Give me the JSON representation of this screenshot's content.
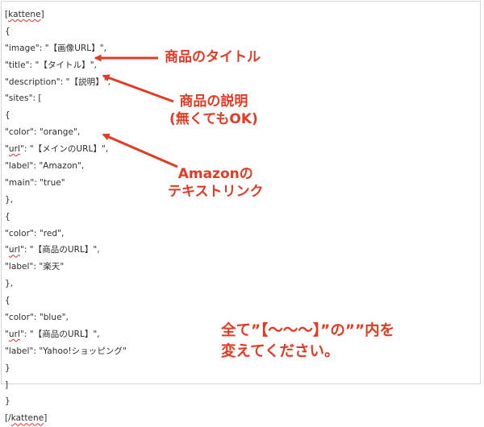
{
  "code_lines": [
    {
      "parts": [
        {
          "t": "[",
          "s": false
        },
        {
          "t": "kattene",
          "s": true
        },
        {
          "t": "]",
          "s": false
        }
      ]
    },
    {
      "parts": [
        {
          "t": "{",
          "s": false
        }
      ]
    },
    {
      "parts": [
        {
          "t": "\"image\": \"【画像URL】\",",
          "s": false
        }
      ]
    },
    {
      "parts": [
        {
          "t": "\"title\": \"【タイトル】\",",
          "s": false
        }
      ]
    },
    {
      "parts": [
        {
          "t": "\"description\": \"【説明】\",",
          "s": false
        }
      ]
    },
    {
      "parts": [
        {
          "t": "\"sites\": [",
          "s": false
        }
      ]
    },
    {
      "parts": [
        {
          "t": "{",
          "s": false
        }
      ]
    },
    {
      "parts": [
        {
          "t": "\"color\": \"orange\",",
          "s": false
        }
      ]
    },
    {
      "parts": [
        {
          "t": "\"",
          "s": false
        },
        {
          "t": "url",
          "s": true
        },
        {
          "t": "\": \"【メインのURL】\",",
          "s": false
        }
      ]
    },
    {
      "parts": [
        {
          "t": "\"label\": \"Amazon\",",
          "s": false
        }
      ]
    },
    {
      "parts": [
        {
          "t": "\"main\": \"true\"",
          "s": false
        }
      ]
    },
    {
      "parts": [
        {
          "t": "},",
          "s": false
        }
      ]
    },
    {
      "parts": [
        {
          "t": "{",
          "s": false
        }
      ]
    },
    {
      "parts": [
        {
          "t": "\"color\": \"red\",",
          "s": false
        }
      ]
    },
    {
      "parts": [
        {
          "t": "\"",
          "s": false
        },
        {
          "t": "url",
          "s": true
        },
        {
          "t": "\": \"【商品のURL】\",",
          "s": false
        }
      ]
    },
    {
      "parts": [
        {
          "t": "\"label\": \"楽天\"",
          "s": false
        }
      ]
    },
    {
      "parts": [
        {
          "t": "},",
          "s": false
        }
      ]
    },
    {
      "parts": [
        {
          "t": "{",
          "s": false
        }
      ]
    },
    {
      "parts": [
        {
          "t": "\"color\": \"blue\",",
          "s": false
        }
      ]
    },
    {
      "parts": [
        {
          "t": "\"",
          "s": false
        },
        {
          "t": "url",
          "s": true
        },
        {
          "t": "\": \"【商品のURL】\",",
          "s": false
        }
      ]
    },
    {
      "parts": [
        {
          "t": "\"label\": \"Yahoo!ショッピング\"",
          "s": false
        }
      ]
    },
    {
      "parts": [
        {
          "t": "}",
          "s": false
        }
      ]
    },
    {
      "parts": [
        {
          "t": "]",
          "s": false
        }
      ]
    },
    {
      "parts": [
        {
          "t": "}",
          "s": false
        }
      ]
    },
    {
      "parts": [
        {
          "t": "[/",
          "s": false
        },
        {
          "t": "kattene",
          "s": true
        },
        {
          "t": "]",
          "s": false
        }
      ]
    }
  ],
  "callouts": {
    "title_lines": [
      "商品のタイトル"
    ],
    "description_lines": [
      "商品の説明",
      "(無くてもOK)"
    ],
    "amazon_lines": [
      "Amazonの",
      "テキストリンク"
    ]
  },
  "note_lines": [
    "全て”【〜〜〜】”の””内を",
    "変えてください。"
  ],
  "colors": {
    "annotation": "#e23a23",
    "spellcheck_underline": "#e0302a",
    "text": "#2b2b2b",
    "border": "#d6d6d6"
  }
}
